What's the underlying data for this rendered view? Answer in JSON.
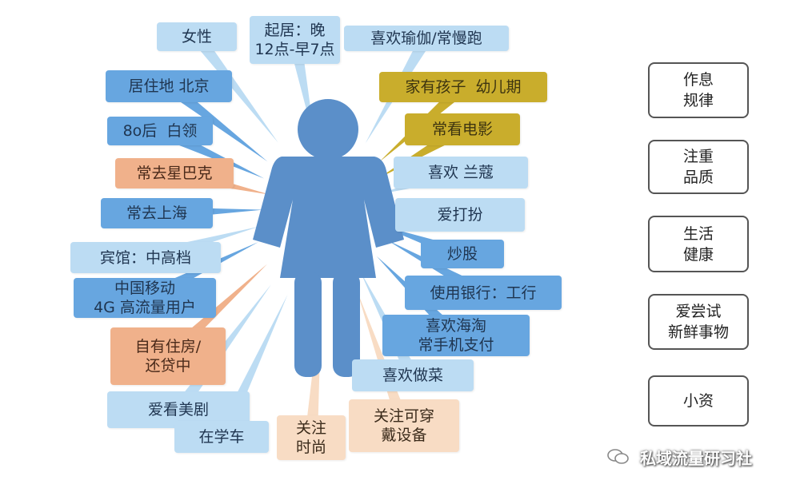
{
  "colors": {
    "figure": "#5b8fc9",
    "light": "#bcdcf3",
    "mid": "#67a6e0",
    "orange": "#f0b18b",
    "peach": "#f8dcc4",
    "gold": "#c9ad2c"
  },
  "tags": [
    {
      "text": "女性",
      "style": "light"
    },
    {
      "text": "起居：晚\n12点-早7点",
      "style": "light"
    },
    {
      "text": "喜欢瑜伽/常慢跑",
      "style": "light"
    },
    {
      "text": "居住地 北京",
      "style": "mid"
    },
    {
      "text": "家有孩子  幼儿期",
      "style": "gold"
    },
    {
      "text": "8o后  白领",
      "style": "mid"
    },
    {
      "text": "常看电影",
      "style": "gold"
    },
    {
      "text": "常去星巴克",
      "style": "orange"
    },
    {
      "text": "喜欢 兰蔻",
      "style": "light"
    },
    {
      "text": "常去上海",
      "style": "mid"
    },
    {
      "text": "爱打扮",
      "style": "light"
    },
    {
      "text": "宾馆：中高档",
      "style": "light"
    },
    {
      "text": "炒股",
      "style": "mid"
    },
    {
      "text": "中国移动\n4G 高流量用户",
      "style": "mid"
    },
    {
      "text": "使用银行：工行",
      "style": "mid"
    },
    {
      "text": "自有住房/\n还贷中",
      "style": "orange"
    },
    {
      "text": "喜欢海淘\n常手机支付",
      "style": "mid"
    },
    {
      "text": "喜欢做菜",
      "style": "light"
    },
    {
      "text": "爱看美剧",
      "style": "light"
    },
    {
      "text": "在学车",
      "style": "light"
    },
    {
      "text": "关注\n时尚",
      "style": "peach"
    },
    {
      "text": "关注可穿\n戴设备",
      "style": "peach"
    }
  ],
  "categories": [
    "作息\n规律",
    "注重\n品质",
    "生活\n健康",
    "爱尝试\n新鲜事物",
    "小资"
  ],
  "watermark": "私域流量研习社",
  "watermark_icon": "wechat-icon"
}
